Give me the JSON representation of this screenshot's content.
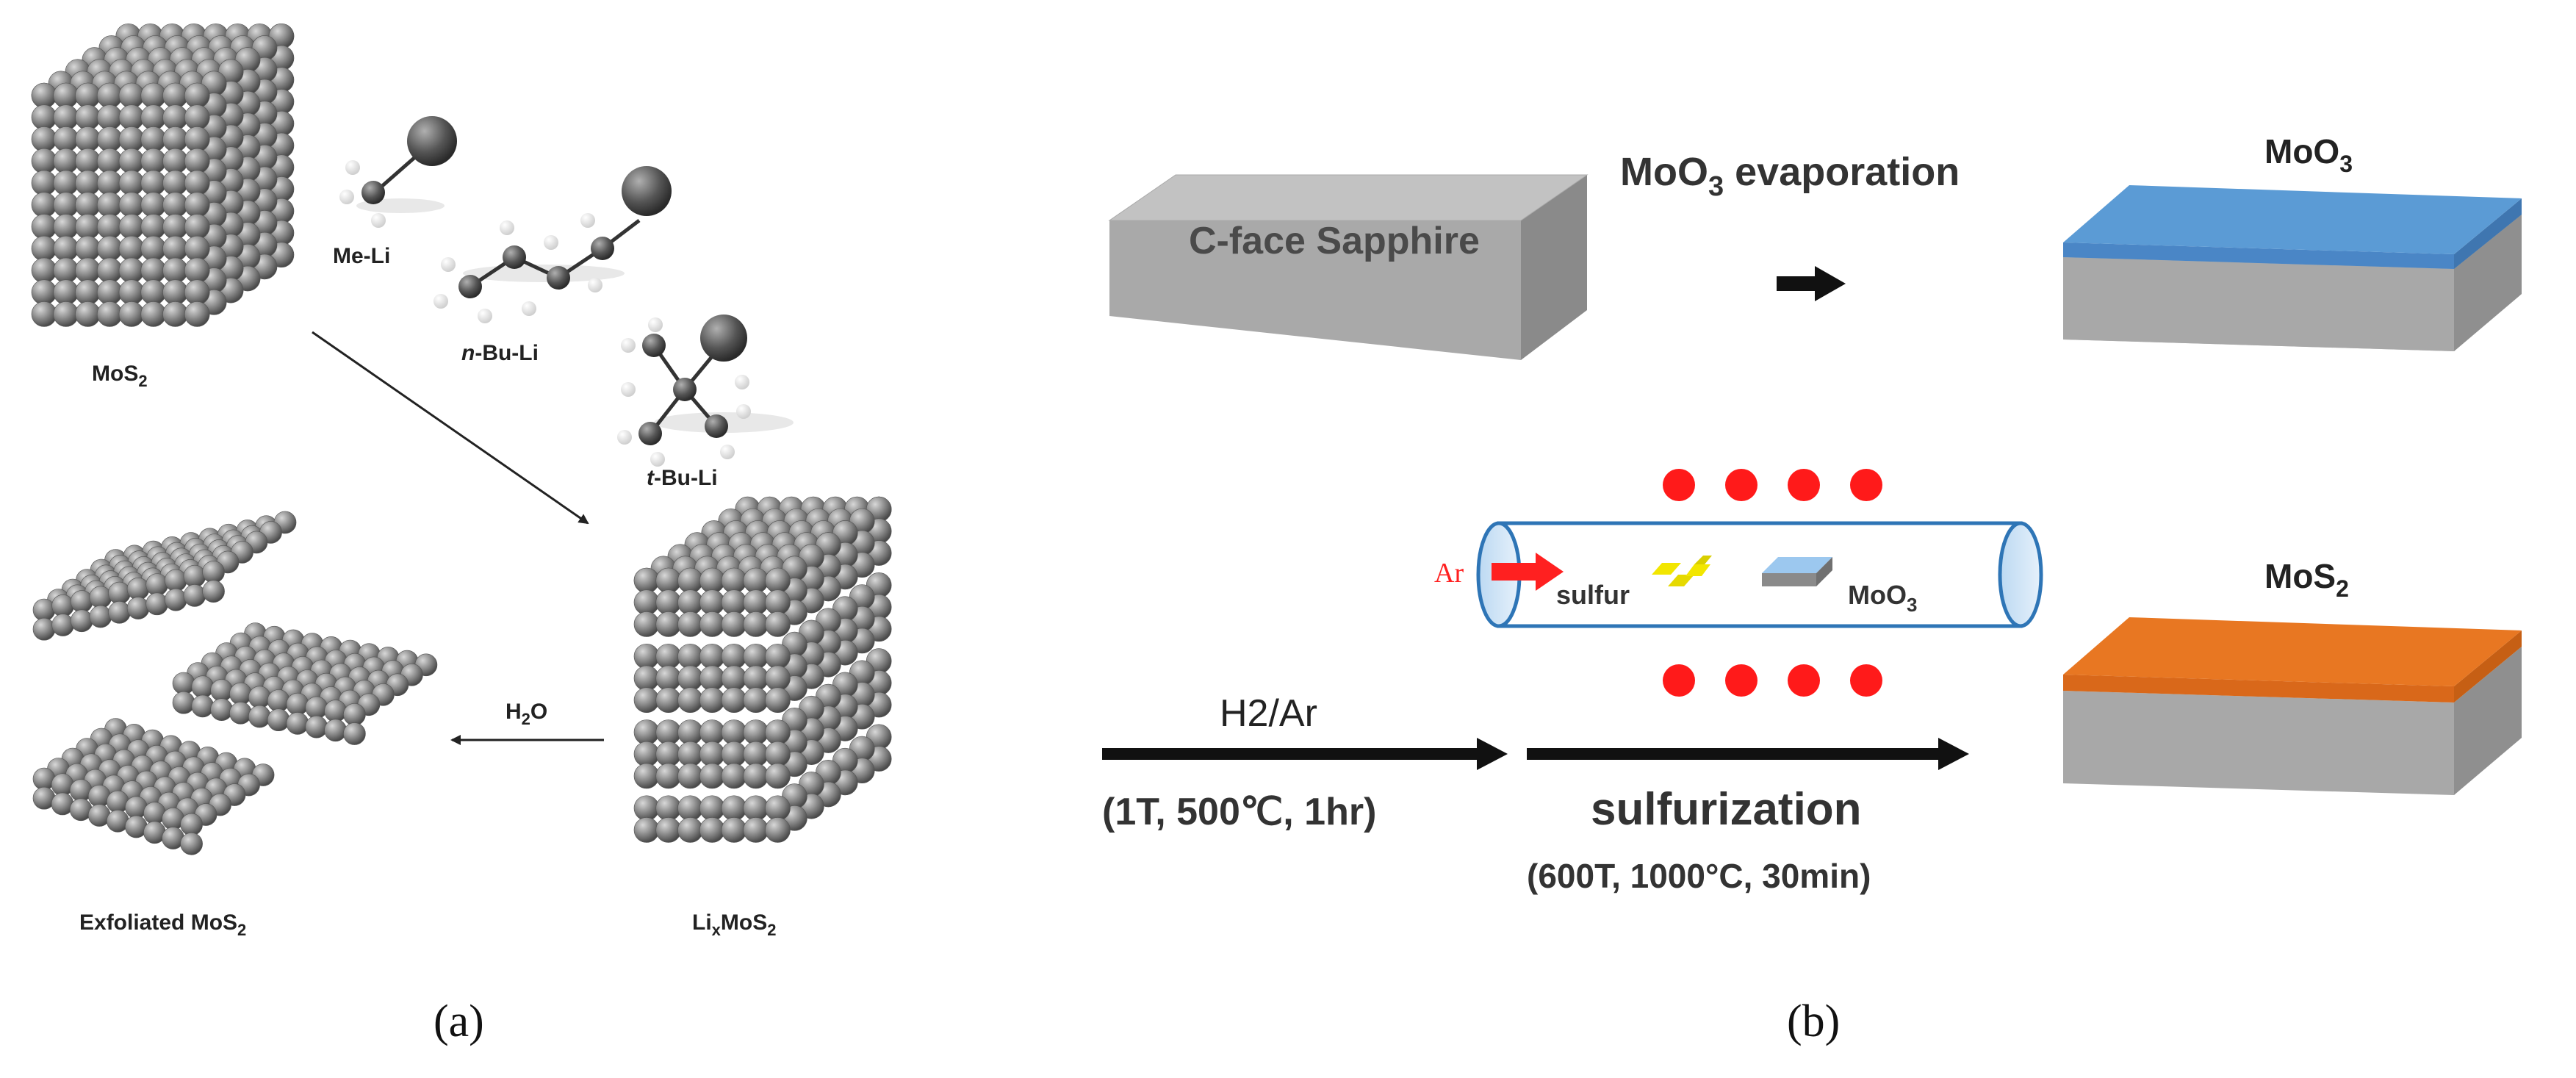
{
  "panel_a": {
    "label": "(a)",
    "mos2_label": "MoS",
    "mos2_sub": "2",
    "reagents": [
      {
        "prefix": "",
        "name": "Me-Li"
      },
      {
        "prefix": "n",
        "name": "-Bu-Li"
      },
      {
        "prefix": "t",
        "name": "-Bu-Li"
      }
    ],
    "h2o": {
      "main": "H",
      "sub": "2",
      "end": "O"
    },
    "lixmos2": {
      "main": "Li",
      "sub1": "x",
      "mid": "MoS",
      "sub2": "2"
    },
    "exfoliated": {
      "main": "Exfoliated MoS",
      "sub": "2"
    }
  },
  "panel_b": {
    "label": "(b)",
    "substrate_label": "C-face Sapphire",
    "evaporation": {
      "pre": "MoO",
      "sub": "3",
      "post": " evaporation"
    },
    "moo3_label": {
      "main": "MoO",
      "sub": "3"
    },
    "mos2_label": {
      "main": "MoS",
      "sub": "2"
    },
    "furnace": {
      "ar": "Ar",
      "sulfur": "sulfur",
      "moo3_main": "MoO",
      "moo3_sub": "3"
    },
    "step1": {
      "gas": "H2/Ar",
      "conditions": "(1T, 500℃, 1hr)"
    },
    "step2": {
      "name": "sulfurization",
      "conditions": "(600T, 1000°C, 30min)"
    }
  },
  "colors": {
    "atom": "#7a7a7a",
    "substrate_top": "#c7c7c7",
    "substrate_side": "#9a9a9a",
    "moo3_layer": "#5b9bd5",
    "mos2_layer": "#e87722",
    "heater_dots": "#ff1a1a",
    "tube": "#2e75b6",
    "ar_arrow": "#ff2020",
    "sulfur": "#f2e600"
  }
}
